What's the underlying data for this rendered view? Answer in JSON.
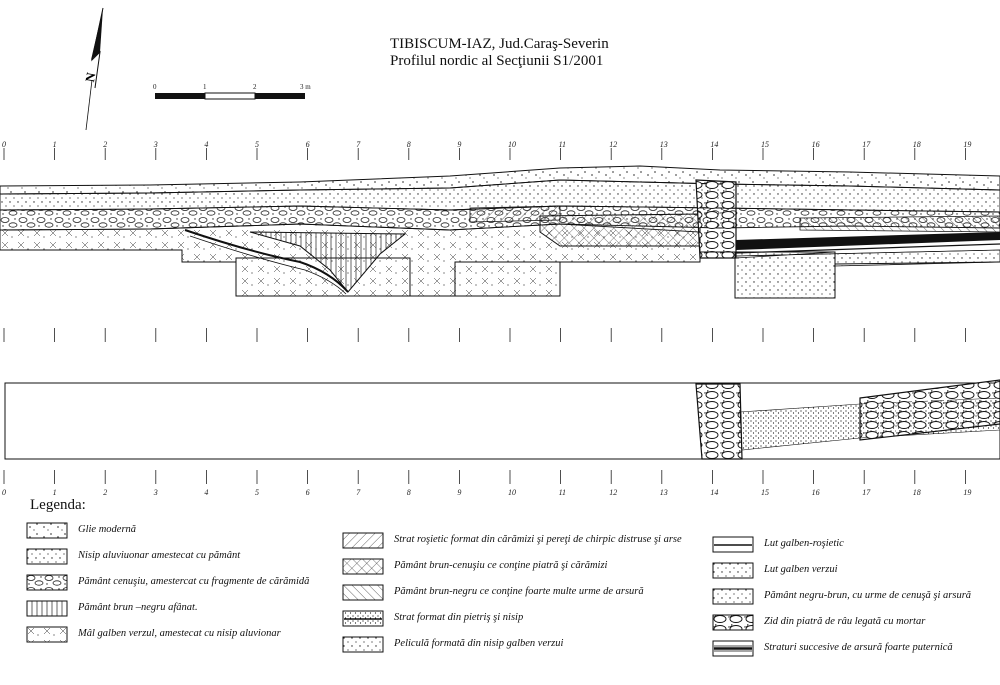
{
  "title": {
    "line1": "TIBISCUM-IAZ, Jud.Caraş-Severin",
    "line2": "Profilul nordic al Secţiunii S1/2001"
  },
  "north_arrow": {
    "label": "N",
    "icon": "north-arrow-icon"
  },
  "scale_bar": {
    "ticks": [
      "0",
      "1",
      "2",
      "3 m"
    ]
  },
  "grid_ticks": [
    "0",
    "1",
    "2",
    "3",
    "4",
    "5",
    "6",
    "7",
    "8",
    "9",
    "10",
    "11",
    "12",
    "13",
    "14",
    "15",
    "16",
    "17",
    "18",
    "19"
  ],
  "legend": {
    "heading": "Legenda:",
    "items": [
      {
        "label": "Glie modernă",
        "pattern": "glie"
      },
      {
        "label": "Nisip aluviuonar amestecat cu pământ",
        "pattern": "nisip"
      },
      {
        "label": "Pământ cenuşiu, amestercat cu fragmente de cărămidă",
        "pattern": "cenusiu"
      },
      {
        "label": "Pământ brun –negru afânat.",
        "pattern": "brun-vert"
      },
      {
        "label": "Mâl galben verzul, amestecat cu nisip aluvionar",
        "pattern": "mal"
      },
      {
        "label": "Strat roşietic format din cărămizi şi pereţi de chirpic distruse şi arse",
        "pattern": "hatch"
      },
      {
        "label": "Pământ brun-cenuşiu ce conţine piatră şi cărămizi",
        "pattern": "cross"
      },
      {
        "label": "Pământ brun-negru ce conţine foarte multe urme de arsură",
        "pattern": "hatch2"
      },
      {
        "label": "Strat format din pietriş şi nisip",
        "pattern": "pietris"
      },
      {
        "label": "Peliculă formată din nisip galben verzui",
        "pattern": "pelicula"
      },
      {
        "label": "Lut galben-roşietic",
        "pattern": "lut-rosu"
      },
      {
        "label": "Lut galben verzui",
        "pattern": "lut-verde"
      },
      {
        "label": "Pământ negru-brun, cu urme de cenuşă şi arsură",
        "pattern": "negru-brun"
      },
      {
        "label": "Zid din piatră de râu legată cu mortar",
        "pattern": "zid"
      },
      {
        "label": "Straturi succesive de arsură foarte puternică",
        "pattern": "arsura"
      }
    ]
  },
  "colors": {
    "ink": "#111111",
    "paper": "#ffffff"
  }
}
